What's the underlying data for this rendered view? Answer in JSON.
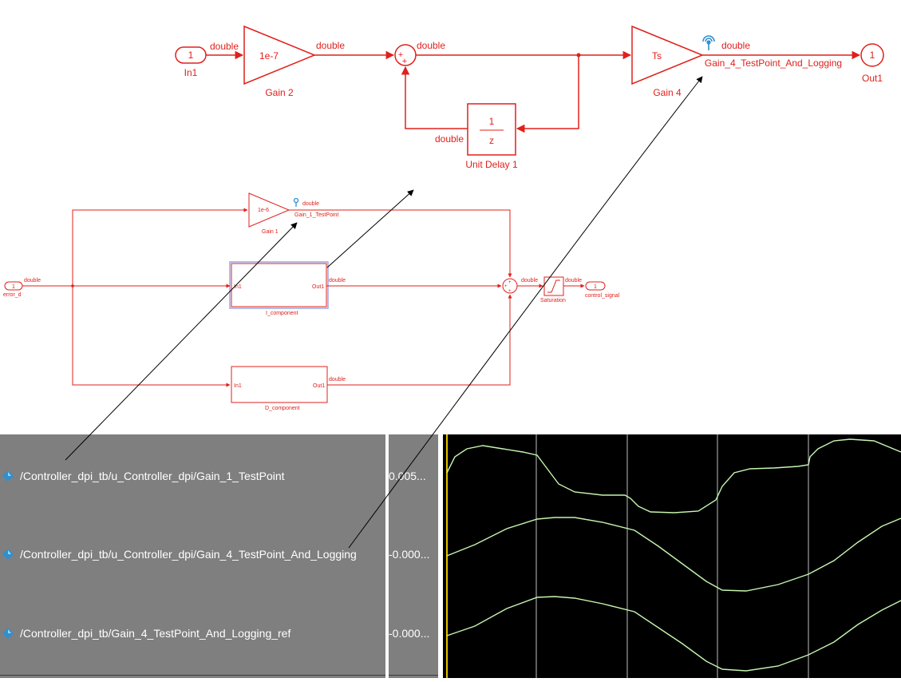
{
  "model": {
    "signal_type": "double",
    "top": {
      "in_port": {
        "number": "1",
        "label": "In1"
      },
      "gain2": {
        "value": "1e-7",
        "label": "Gain 2"
      },
      "sum_signs": {
        "a": "+",
        "b": "+"
      },
      "unit_delay": {
        "numerator": "1",
        "denominator": "z",
        "label": "Unit Delay 1"
      },
      "gain4": {
        "value": "Ts",
        "label": "Gain 4"
      },
      "gain4_signal": "Gain_4_TestPoint_And_Logging",
      "out_port": {
        "number": "1",
        "label": "Out1"
      }
    },
    "bottom": {
      "in_port": {
        "number": "1",
        "label": "error_d"
      },
      "gain1": {
        "value": "1e-6",
        "label": "Gain 1"
      },
      "gain1_signal": "Gain_1_TestPoint",
      "i_component": {
        "in": "In1",
        "out": "Out1",
        "label": "I_component"
      },
      "d_component": {
        "in": "In1",
        "out": "Out1",
        "label": "D_component"
      },
      "sum_sign": "+",
      "saturation": {
        "label": "Saturation"
      },
      "out_port": {
        "number": "1",
        "label": "control_signal"
      }
    }
  },
  "wave": {
    "signals": [
      {
        "name": "/Controller_dpi_tb/u_Controller_dpi/Gain_1_TestPoint",
        "value": "0.005..."
      },
      {
        "name": "/Controller_dpi_tb/u_Controller_dpi/Gain_4_TestPoint_And_Logging",
        "value": "-0.000..."
      },
      {
        "name": "/Controller_dpi_tb/Gain_4_TestPoint_And_Logging_ref",
        "value": "-0.000..."
      }
    ]
  },
  "colors": {
    "block": "#e0201b",
    "wave_trace": "#c6f5b0",
    "cursor": "#e0c000",
    "pane": "#7f7f7f",
    "testpoint_icon": "#2f8fcf"
  },
  "icons": [
    "signal-diamond-icon",
    "testpoint-icon",
    "logging-antenna-icon",
    "saturation-icon"
  ]
}
